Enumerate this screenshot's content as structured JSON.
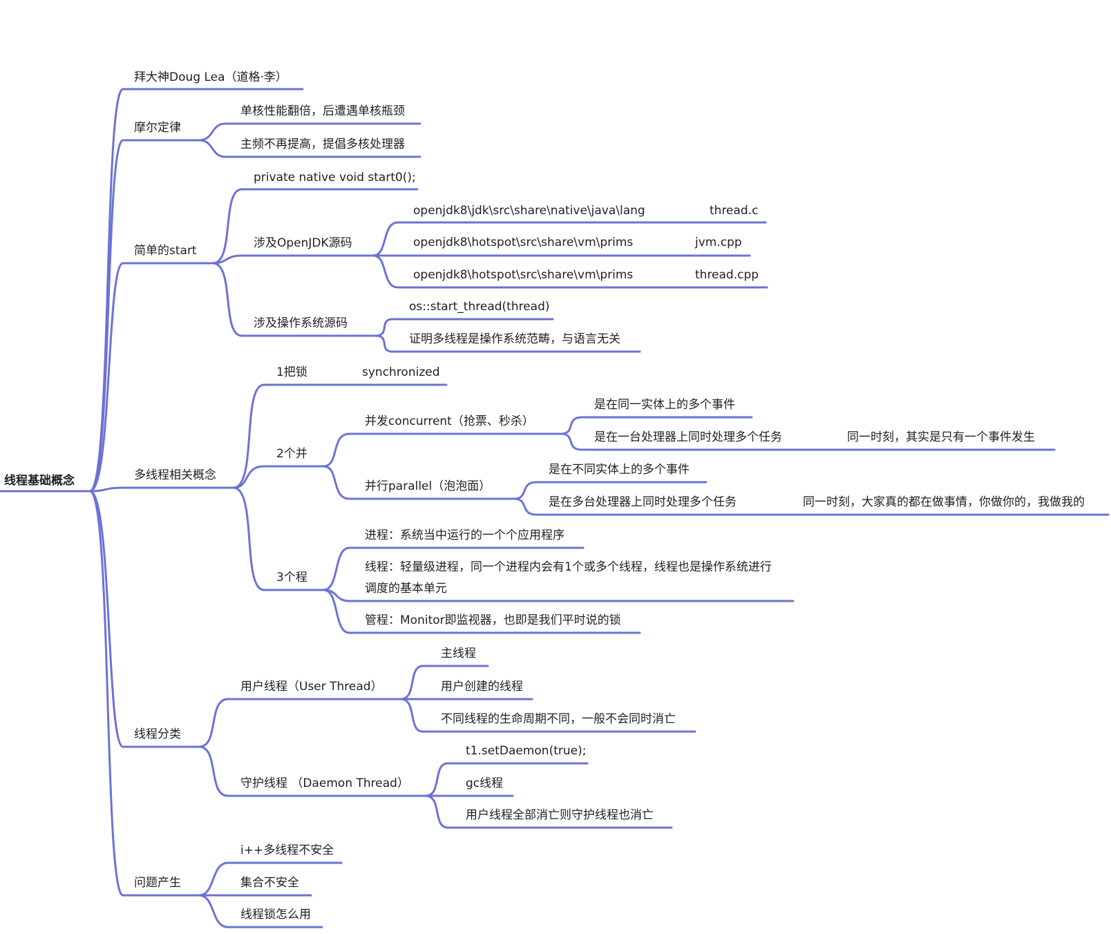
{
  "root": {
    "label": "线程基础概念"
  },
  "branches": {
    "b1": {
      "label": "拜大神Doug Lea（道格·李）"
    },
    "b2": {
      "label": "摩尔定律",
      "c1": "单核性能翻倍，后遭遇单核瓶颈",
      "c2": "主频不再提高，提倡多核处理器"
    },
    "b3": {
      "label": "简单的start",
      "c1": "private native void start0();",
      "c2": {
        "label": "涉及OpenJDK源码",
        "p1": "openjdk8\\jdk\\src\\share\\native\\java\\lang",
        "f1": "thread.c",
        "p2": "openjdk8\\hotspot\\src\\share\\vm\\prims",
        "f2": "jvm.cpp",
        "p3": "openjdk8\\hotspot\\src\\share\\vm\\prims",
        "f3": "thread.cpp"
      },
      "c3": {
        "label": "涉及操作系统源码",
        "g1": "os::start_thread(thread)",
        "g2": "证明多线程是操作系统范畴，与语言无关"
      }
    },
    "b4": {
      "label": "多线程相关概念",
      "lock": {
        "label": "1把锁",
        "detail": "synchronized"
      },
      "two": {
        "label": "2个并",
        "concurrent": {
          "label": "并发concurrent（抢票、秒杀）",
          "a": "是在同一实体上的多个事件",
          "b": "是在一台处理器上同时处理多个任务",
          "note": "同一时刻，其实是只有一个事件发生"
        },
        "parallel": {
          "label": "并行parallel（泡泡面）",
          "a": "是在不同实体上的多个事件",
          "b": "是在多台处理器上同时处理多个任务",
          "note": "同一时刻，大家真的都在做事情，你做你的，我做我的"
        }
      },
      "three": {
        "label": "3个程",
        "process": "进程：系统当中运行的一个个应用程序",
        "thread": "线程：轻量级进程，同一个进程内会有1个或多个线程，线程也是操作系统进行调度的基本单元",
        "monitor": "管程：Monitor即监视器，也即是我们平时说的锁"
      }
    },
    "b5": {
      "label": "线程分类",
      "user": {
        "label": "用户线程（User Thread）",
        "a": "主线程",
        "b": "用户创建的线程",
        "c": "不同线程的生命周期不同，一般不会同时消亡"
      },
      "daemon": {
        "label": "守护线程 （Daemon Thread）",
        "a": "t1.setDaemon(true);",
        "b": "gc线程",
        "c": "用户线程全部消亡则守护线程也消亡"
      }
    },
    "b6": {
      "label": "问题产生",
      "a": "i++多线程不安全",
      "b": "集合不安全",
      "c": "线程锁怎么用"
    }
  },
  "colors": {
    "line": "#6b72d6",
    "text": "#1f1f1f"
  }
}
